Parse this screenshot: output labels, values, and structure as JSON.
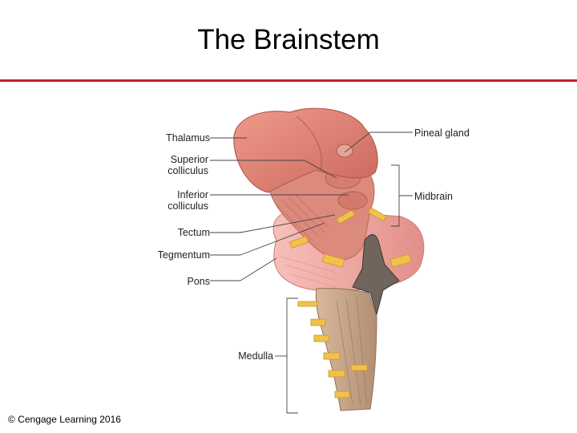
{
  "slide": {
    "title": "The Brainstem",
    "copyright": "© Cengage Learning 2016",
    "accent_color": "#c0202a"
  },
  "diagram": {
    "labels": {
      "thalamus": "Thalamus",
      "superior_1": "Superior",
      "superior_2": "colliculus",
      "inferior_1": "Inferior",
      "inferior_2": "colliculus",
      "tectum": "Tectum",
      "tegmentum": "Tegmentum",
      "pons": "Pons",
      "pineal": "Pineal gland",
      "midbrain": "Midbrain",
      "medulla": "Medulla"
    },
    "colors": {
      "thalamus": "#e07f72",
      "midbrain": "#d98476",
      "pons": "#f2aaa6",
      "medulla": "#c7a58a",
      "nerves": "#f2c14a",
      "ventricle": "#6f655d"
    }
  }
}
